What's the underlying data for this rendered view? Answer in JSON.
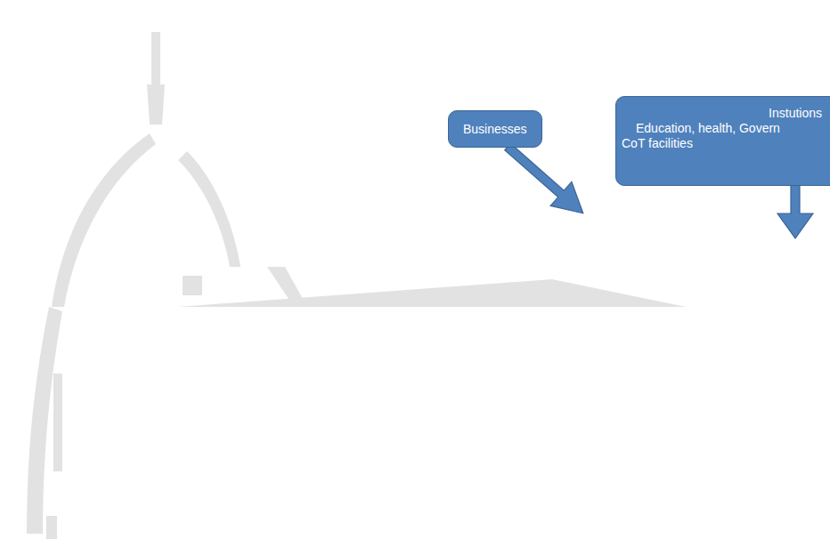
{
  "diagram": {
    "nodes": [
      {
        "text": [
          "Businesses"
        ]
      },
      {
        "text": [
          "Instutions",
          "Education, health, Govern",
          "CoT facilities"
        ]
      }
    ]
  }
}
